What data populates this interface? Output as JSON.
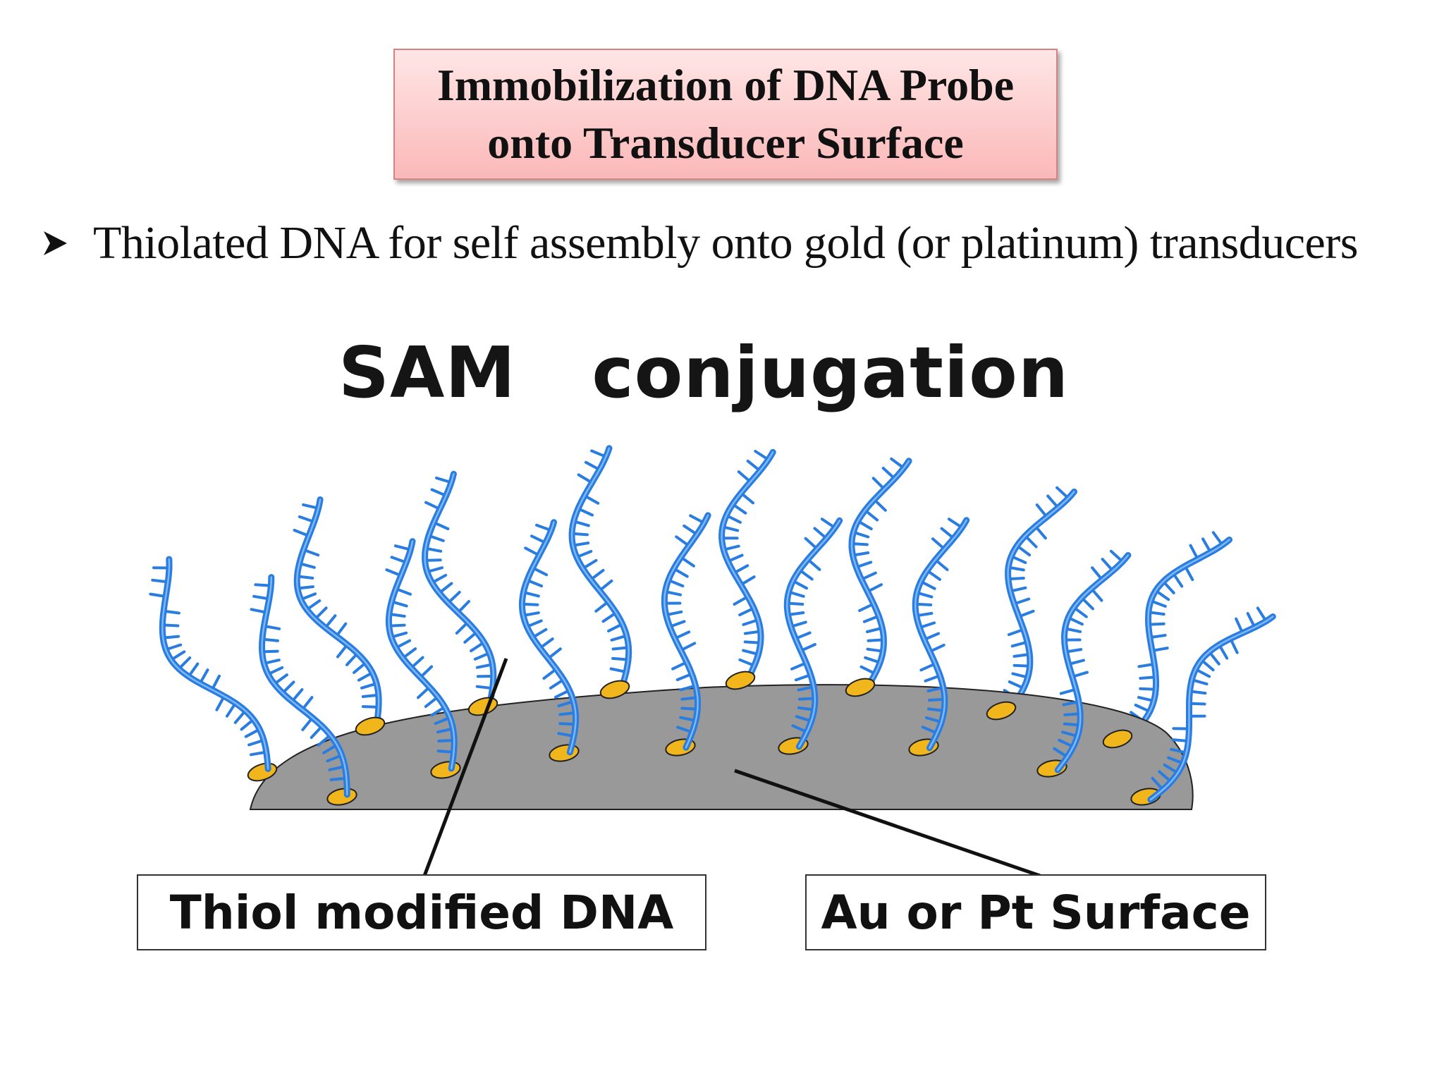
{
  "title": {
    "line1": "Immobilization of DNA Probe",
    "line2": "onto Transducer Surface"
  },
  "bullet": {
    "icon": "arrowhead-bullet-icon",
    "text": "Thiolated DNA for self assembly onto gold (or platinum) transducers"
  },
  "diagram": {
    "heading_left": "SAM",
    "heading_right": "conjugation",
    "labels": {
      "dna": "Thiol modified DNA",
      "surface": "Au or Pt Surface"
    },
    "colors": {
      "dna_strand": "#2a7de0",
      "thiol_anchor": "#f2b61d",
      "surface": "#9a9a9a"
    }
  }
}
